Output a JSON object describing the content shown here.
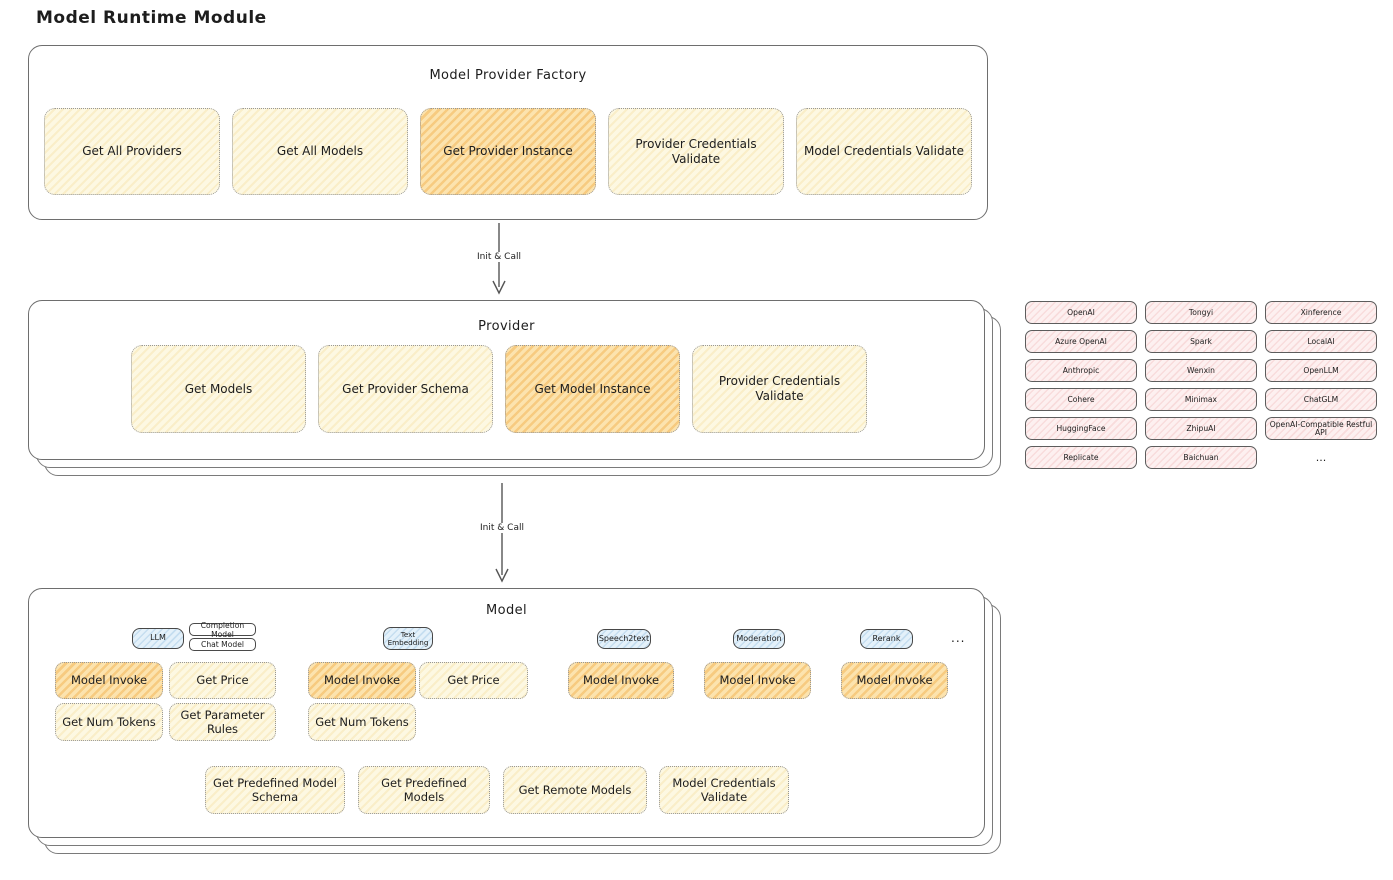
{
  "page_title": "Model Runtime Module",
  "colors": {
    "yellow_box_bg": "#fdf8e2",
    "highlight_box_bg": "#fce3ae",
    "pink_box_bg": "#fdf0f0",
    "blue_tag_bg": "#e4f1fa",
    "frame_border": "#6e6e6e"
  },
  "arrow1": {
    "label": "Init & Call"
  },
  "arrow2": {
    "label": "Init & Call"
  },
  "factory": {
    "title": "Model Provider Factory",
    "boxes": [
      {
        "label": "Get All Providers",
        "highlighted": false
      },
      {
        "label": "Get All Models",
        "highlighted": false
      },
      {
        "label": "Get Provider Instance",
        "highlighted": true
      },
      {
        "label": "Provider Credentials Validate",
        "highlighted": false
      },
      {
        "label": "Model Credentials Validate",
        "highlighted": false
      }
    ]
  },
  "provider": {
    "title": "Provider",
    "boxes": [
      {
        "label": "Get Models",
        "highlighted": false
      },
      {
        "label": "Get Provider Schema",
        "highlighted": false
      },
      {
        "label": "Get Model Instance",
        "highlighted": true
      },
      {
        "label": "Provider Credentials Validate",
        "highlighted": false
      }
    ]
  },
  "providers_grid": {
    "items": [
      "OpenAI",
      "Tongyi",
      "Xinference",
      "Azure OpenAI",
      "Spark",
      "LocalAI",
      "Anthropic",
      "Wenxin",
      "OpenLLM",
      "Cohere",
      "Minimax",
      "ChatGLM",
      "HuggingFace",
      "ZhipuAI",
      "OpenAI-Compatible Restful API",
      "Replicate",
      "Baichuan"
    ],
    "more": "..."
  },
  "model": {
    "title": "Model",
    "tags": {
      "llm": "LLM",
      "completion": "Completion Model",
      "chat": "Chat Model",
      "text_embedding": "Text Embedding",
      "speech2text": "Speech2text",
      "moderation": "Moderation",
      "rerank": "Rerank",
      "more": "..."
    },
    "functions": {
      "llm_invoke": "Model Invoke",
      "llm_price": "Get Price",
      "llm_tokens": "Get Num Tokens",
      "llm_rules": "Get Parameter Rules",
      "te_invoke": "Model Invoke",
      "te_price": "Get Price",
      "te_tokens": "Get Num Tokens",
      "s2t_invoke": "Model Invoke",
      "mod_invoke": "Model Invoke",
      "rerank_invoke": "Model Invoke"
    },
    "bottom": [
      {
        "label": "Get Predefined Model Schema"
      },
      {
        "label": "Get Predefined Models"
      },
      {
        "label": "Get Remote Models"
      },
      {
        "label": "Model Credentials Validate"
      }
    ]
  }
}
